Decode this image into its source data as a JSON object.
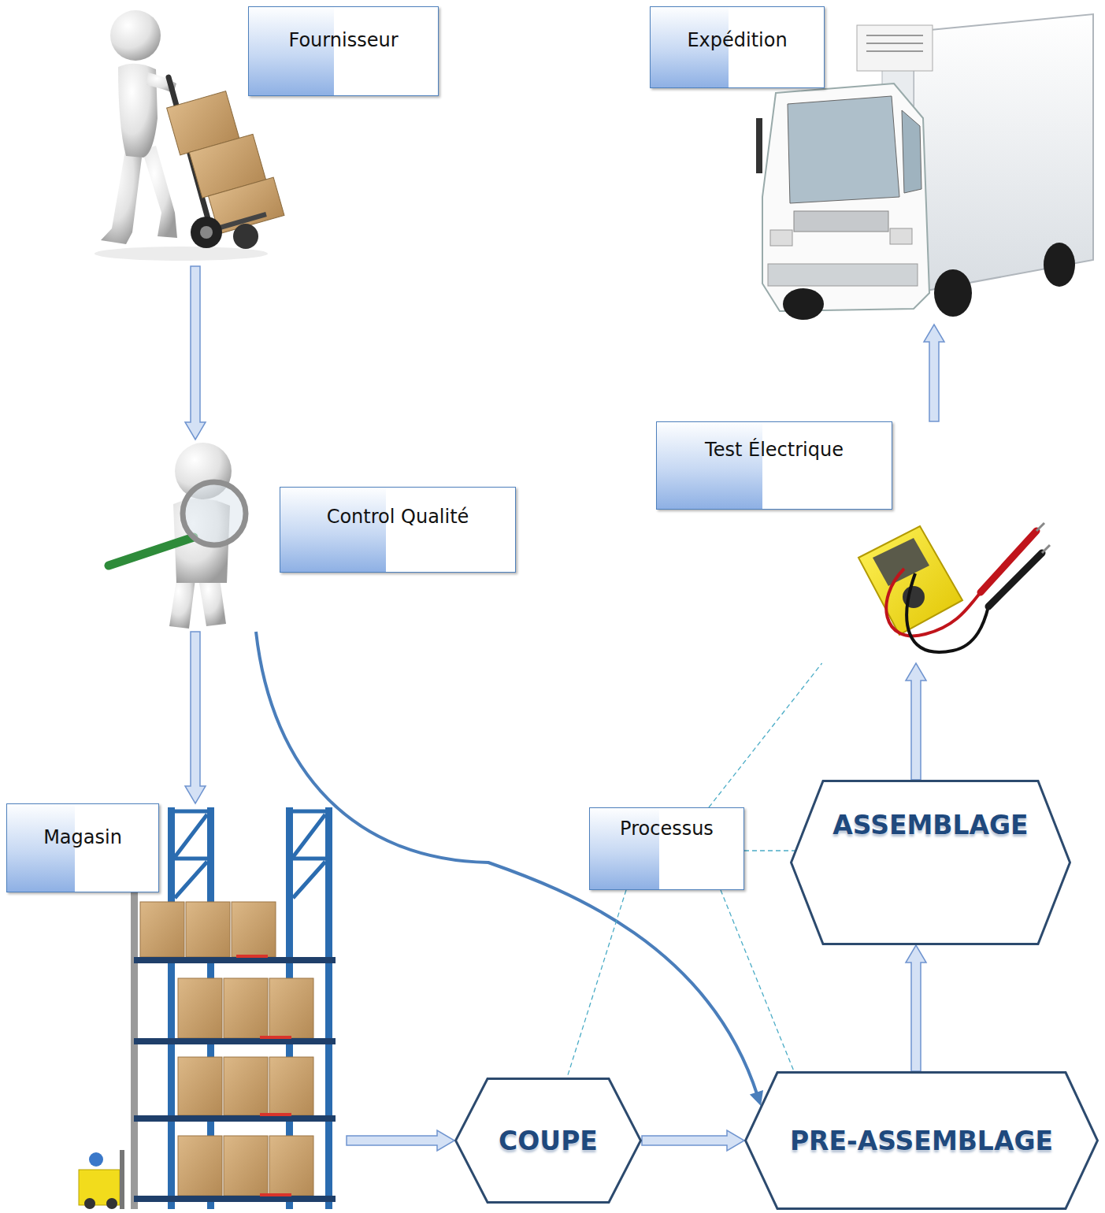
{
  "diagram": {
    "nodes": [
      {
        "text": [
          "Fournisseur"
        ]
      },
      {
        "text": [
          "Expédition"
        ]
      },
      {
        "text": [
          "Control Qualité"
        ]
      },
      {
        "text": [
          "Test Électrique"
        ]
      },
      {
        "text": [
          "Magasin"
        ]
      },
      {
        "text": [
          "Processus"
        ]
      },
      {
        "text": [
          "ASSEMBLAGE"
        ]
      },
      {
        "text": [
          "COUPE"
        ]
      },
      {
        "text": [
          "PRE-ASSEMBLAGE"
        ]
      }
    ],
    "edges": [
      {
        "from": 0,
        "to": 2,
        "arrow": "to"
      },
      {
        "from": 2,
        "to": 4,
        "arrow": "to"
      },
      {
        "from": 2,
        "to": 8,
        "arrow": "to"
      },
      {
        "from": 4,
        "to": 7,
        "arrow": "to"
      },
      {
        "from": 7,
        "to": 8,
        "arrow": "to"
      },
      {
        "from": 8,
        "to": 6,
        "arrow": "to"
      },
      {
        "from": 6,
        "to": 3,
        "arrow": "to"
      },
      {
        "from": 3,
        "to": 1,
        "arrow": "to"
      },
      {
        "from": 5,
        "to": 7,
        "arrow": "none"
      },
      {
        "from": 5,
        "to": 8,
        "arrow": "none"
      },
      {
        "from": 5,
        "to": 6,
        "arrow": "none"
      },
      {
        "from": 5,
        "to": 3,
        "arrow": "none"
      }
    ]
  }
}
